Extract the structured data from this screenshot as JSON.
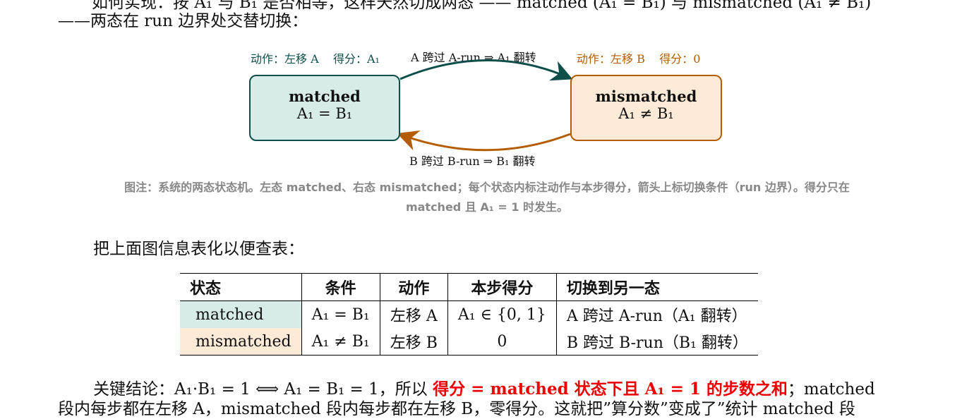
{
  "intro": {
    "line1": "如何实现：按 A₁ 与 B₁ 是否相等，这样天然切成两态 —— matched (A₁ = B₁) 与 mismatched (A₁ ≠ B₁)",
    "line2": "——两态在 run 边界处交替切换："
  },
  "diagram": {
    "left": {
      "title": "matched",
      "cond": "A₁ = B₁",
      "action": "动作：左移 A",
      "score": "得分：A₁",
      "color": "#0e4f4a",
      "fill": "#d7ebe9"
    },
    "right": {
      "title": "mismatched",
      "cond": "A₁ ≠ B₁",
      "action": "动作：左移 B",
      "score": "得分：0",
      "color": "#b35c00",
      "fill": "#fdebd8"
    },
    "top_arrow": "A 跨过 A-run ⇒ A₁ 翻转",
    "bottom_arrow": "B 跨过 B-run ⇒ B₁ 翻转"
  },
  "caption": {
    "line1": "图注：系统的两态状态机。左态 matched、右态 mismatched；每个状态内标注动作与本步得分，箭头上标切换条件（run 边界）。得分只在",
    "line2": "matched 且 A₁ = 1 时发生。"
  },
  "table_intro": "把上面图信息表化以便查表：",
  "table": {
    "headers": [
      "状态",
      "条件",
      "动作",
      "本步得分",
      "切换到另一态"
    ],
    "rows": [
      [
        "matched",
        "A₁ = B₁",
        "左移 A",
        "A₁ ∈ {0, 1}",
        "A 跨过 A-run（A₁ 翻转）"
      ],
      [
        "mismatched",
        "A₁ ≠ B₁",
        "左移 B",
        "0",
        "B 跨过 B-run（B₁ 翻转）"
      ]
    ]
  },
  "conclusion": {
    "pre": "关键结论：A₁·B₁ = 1  ⟺  A₁ = B₁ = 1，所以 ",
    "highlight": "得分 = matched 状态下且 A₁ = 1 的步数之和",
    "post": "；matched",
    "line2": "段内每步都在左移 A，mismatched 段内每步都在左移 B，零得分。这就把”算分数”变成了”统计 matched 段"
  }
}
